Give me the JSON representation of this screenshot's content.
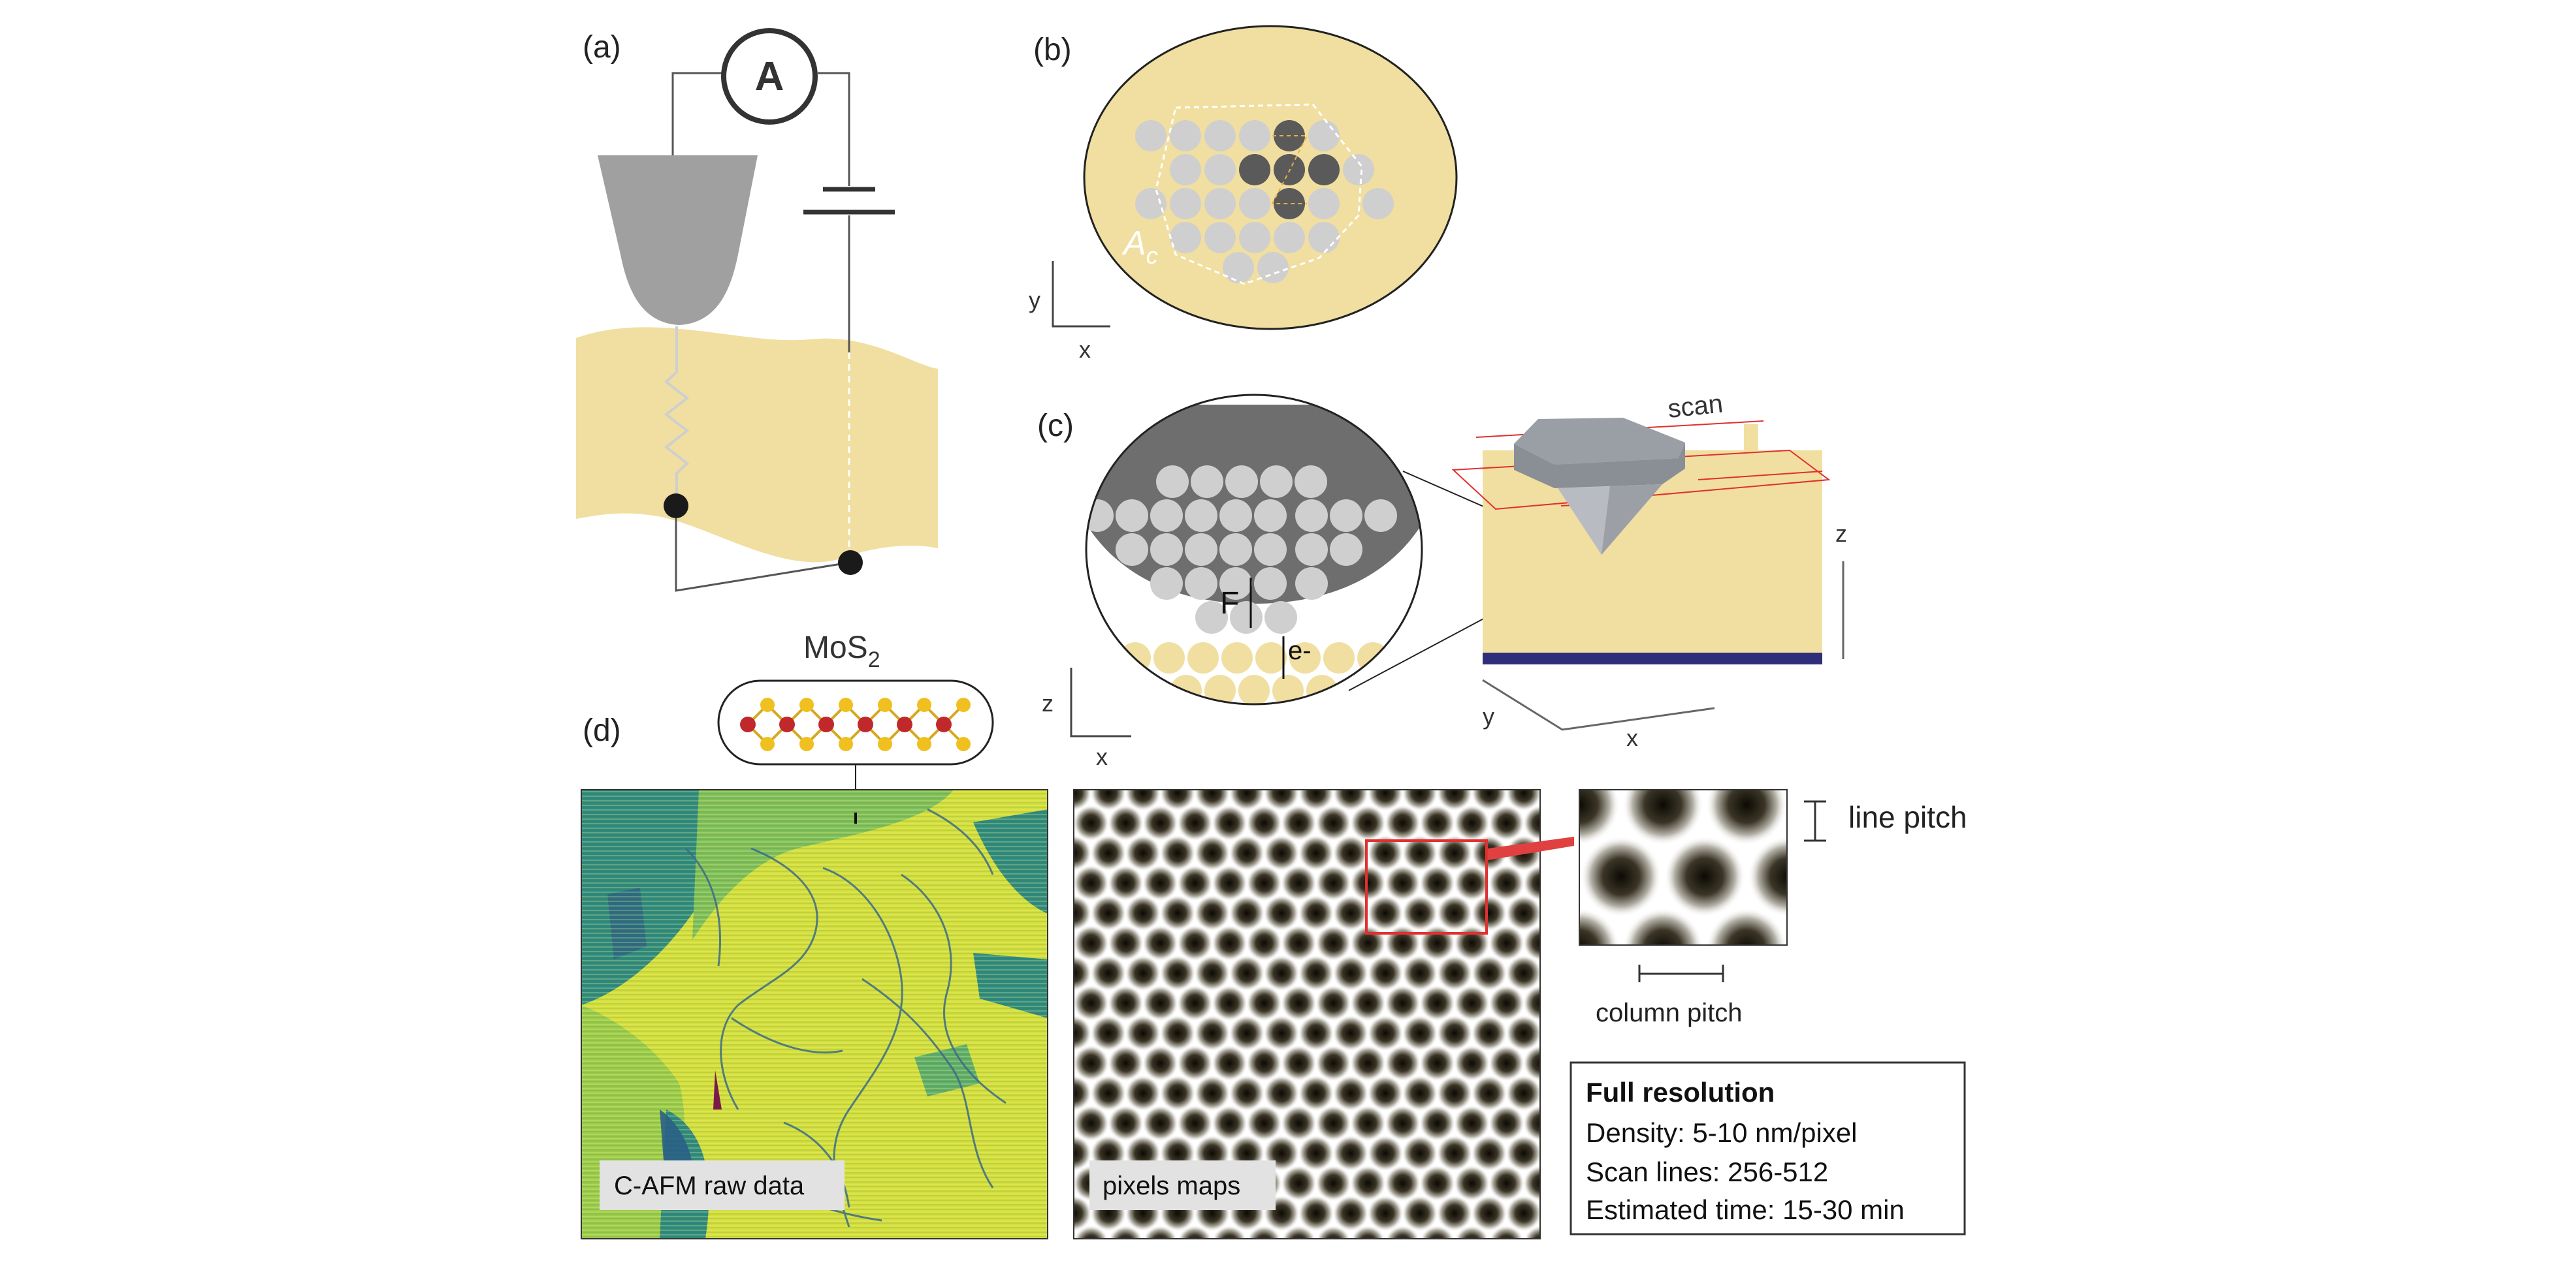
{
  "panels": {
    "a": {
      "label": "(a)",
      "ammeter": "A"
    },
    "b": {
      "label": "(b)",
      "contact_area": "A",
      "contact_area_sub": "c",
      "axis_y": "y",
      "axis_x": "x"
    },
    "c": {
      "label": "(c)",
      "force": "F",
      "electron": "e-",
      "axis_z": "z",
      "axis_x": "x",
      "scan": "scan",
      "axis_z2": "z",
      "axis_y2": "y",
      "axis_x2": "x"
    },
    "d": {
      "label": "(d)",
      "material": "MoS",
      "material_sub": "2",
      "raw_caption": "C-AFM raw data",
      "pixels_caption": "pixels maps",
      "line_pitch": "line pitch",
      "column_pitch": "column pitch",
      "info": {
        "title": "Full resolution",
        "density": "Density: 5-10 nm/pixel",
        "scan_lines": "Scan lines: 256-512",
        "time": "Estimated time: 15-30 min"
      }
    }
  },
  "colors": {
    "sample": "#f0dfa0",
    "tip": "#a0a0a0",
    "atom_light": "#cfcfcf",
    "atom_dark": "#5a5a5a",
    "highlight_red": "#e03030",
    "substrate": "#2e2e7a",
    "afm_teal": "#2f8a7e",
    "afm_yellow": "#d4df3c"
  }
}
